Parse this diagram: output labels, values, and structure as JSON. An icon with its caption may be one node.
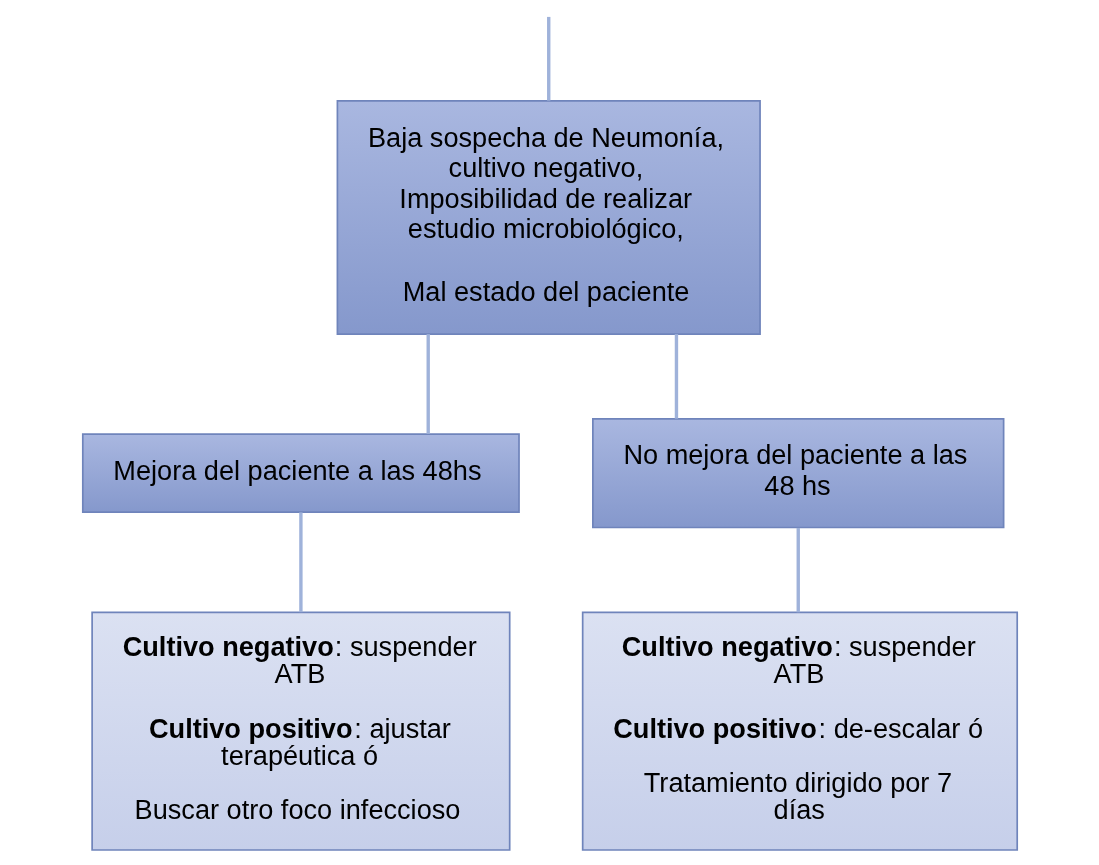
{
  "diagram": {
    "nodes": [
      {
        "text": [
          "Baja sospecha de Neumonía, cultivo negativo, Imposibilidad de realizar estudio microbiológico,",
          "Mal estado del paciente"
        ]
      },
      {
        "text": [
          "Mejora del paciente a las 48hs"
        ]
      },
      {
        "text": [
          "No mejora del paciente a las 48 hs"
        ]
      },
      {
        "text": [
          "**Cultivo negativo**: suspender ATB",
          "**Cultivo positivo**: ajustar terapéutica ó",
          "Buscar otro foco infeccioso"
        ]
      },
      {
        "text": [
          "**Cultivo negativo**: suspender ATB",
          "**Cultivo positivo**: de-escalar ó",
          "Tratamiento dirigido por 7 días"
        ]
      }
    ],
    "edges": [
      {
        "from": null,
        "to": 0,
        "arrow": "none"
      },
      {
        "from": 0,
        "to": 1,
        "arrow": "none"
      },
      {
        "from": 0,
        "to": 2,
        "arrow": "none"
      },
      {
        "from": 1,
        "to": 3,
        "arrow": "none"
      },
      {
        "from": 2,
        "to": 4,
        "arrow": "none"
      }
    ]
  }
}
